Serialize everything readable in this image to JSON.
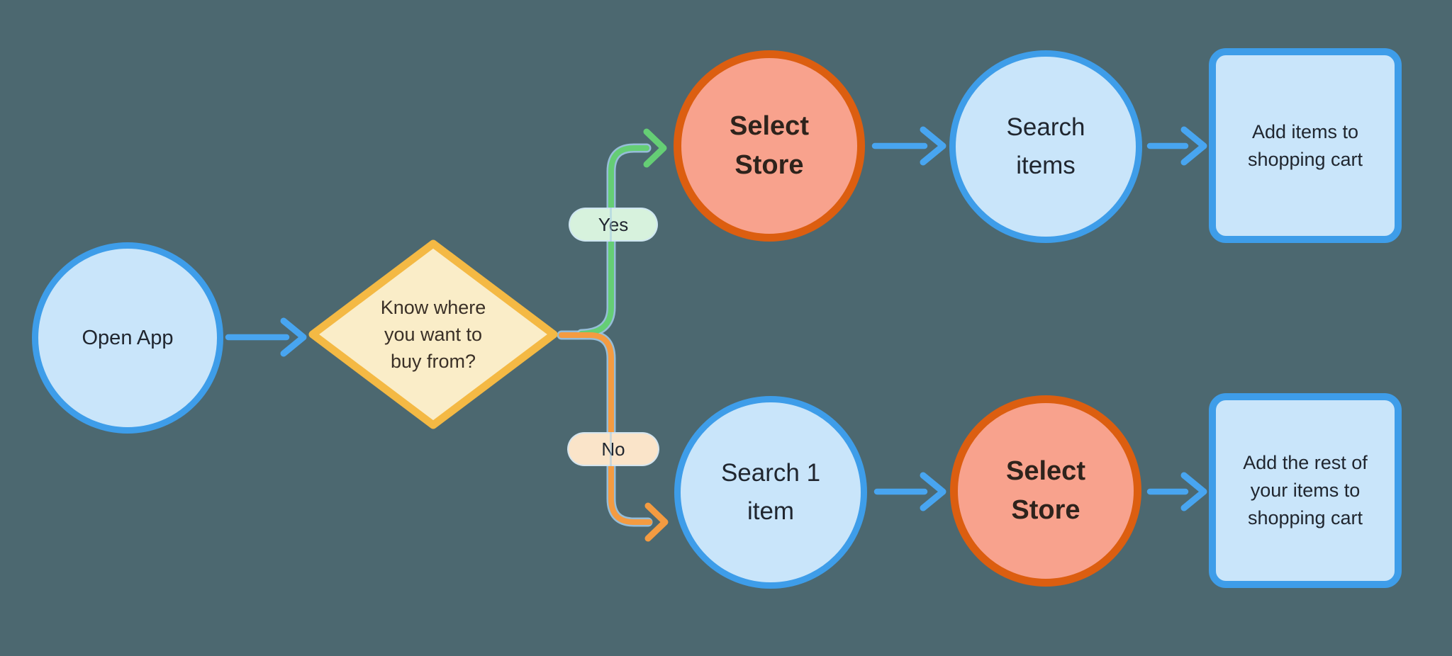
{
  "palette": {
    "canvas_bg": "#4C6870",
    "node_blue_fill": "#C9E5FA",
    "node_blue_border": "#3E9DE9",
    "node_red_fill": "#F8A28D",
    "node_red_border": "#DC5E10",
    "diamond_fill": "#FAEDC8",
    "diamond_border": "#F4B944",
    "arrow_blue": "#48A5F0",
    "branch_yes_green": "#65CE75",
    "branch_no_orange": "#F49B41",
    "pill_yes_bg": "#D7F2DD",
    "pill_no_bg": "#FAE4C9",
    "connector_underlay": "#9FC7E3",
    "text_dark": "#20262F",
    "text_red_node": "#2E231C",
    "text_diamond": "#3A3027"
  },
  "flowchart": {
    "start": {
      "label": "Open App"
    },
    "decision": {
      "label": "Know where you want to buy from?"
    },
    "branches": {
      "yes": {
        "label": "Yes"
      },
      "no": {
        "label": "No"
      }
    },
    "yes_path": [
      {
        "label": "Select Store"
      },
      {
        "label": "Search items"
      },
      {
        "label": "Add items to shopping cart"
      }
    ],
    "no_path": [
      {
        "label": "Search 1 item"
      },
      {
        "label": "Select Store"
      },
      {
        "label": "Add the rest of your items to shopping cart"
      }
    ]
  }
}
